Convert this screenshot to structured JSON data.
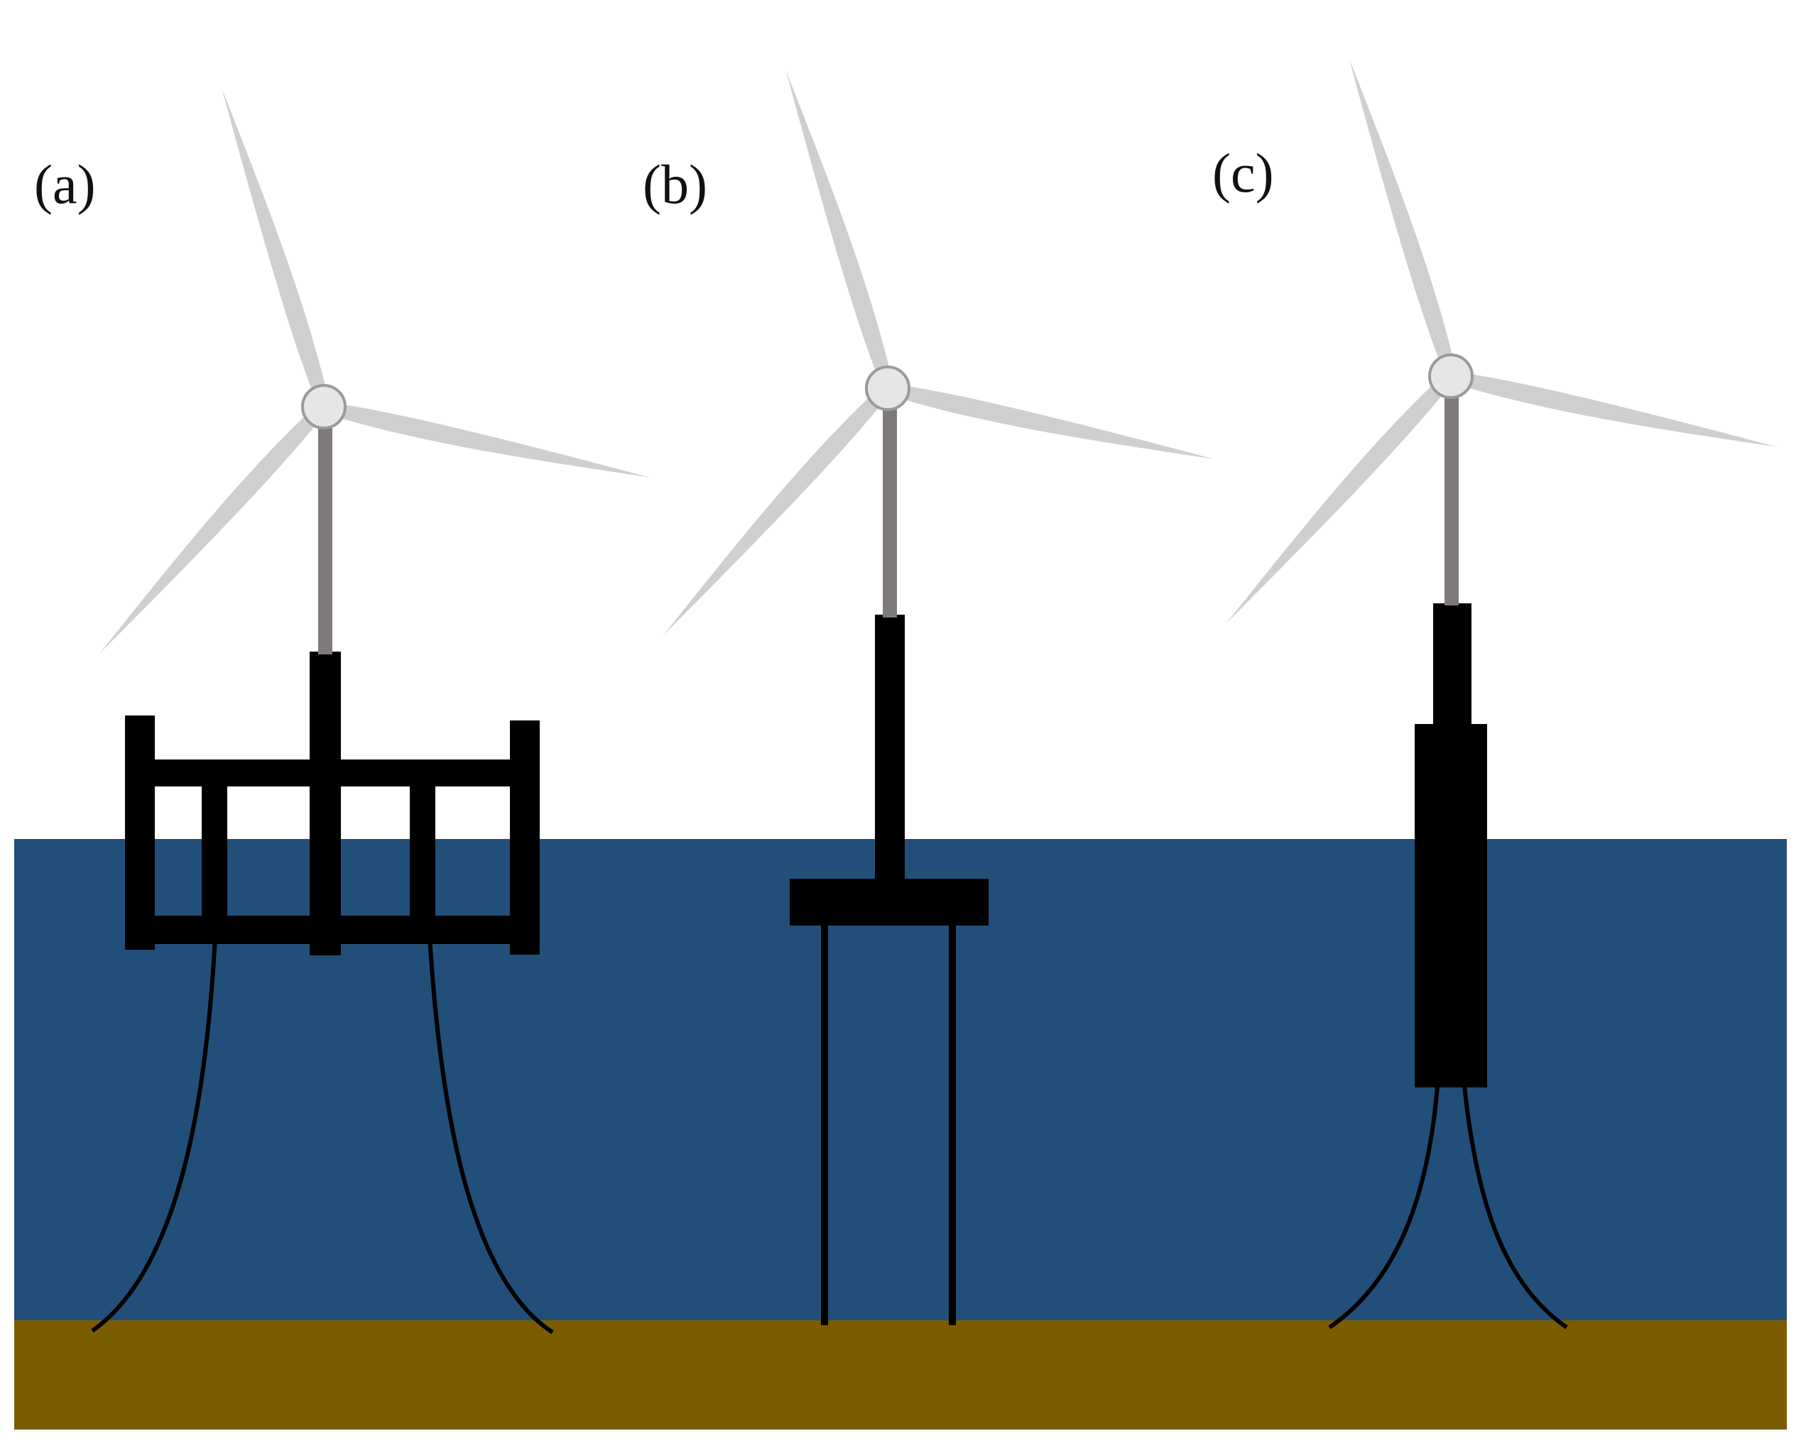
{
  "labels": {
    "a": "(a)",
    "b": "(b)",
    "c": "(c)"
  },
  "colors": {
    "sea": "#224f79",
    "seabed": "#7b5c00",
    "structure": "#000000",
    "blade": "#cfcfcf",
    "hub": "#e6e6e6",
    "hub_stroke": "#9a9a9a",
    "tower": "#7f7a7a"
  }
}
